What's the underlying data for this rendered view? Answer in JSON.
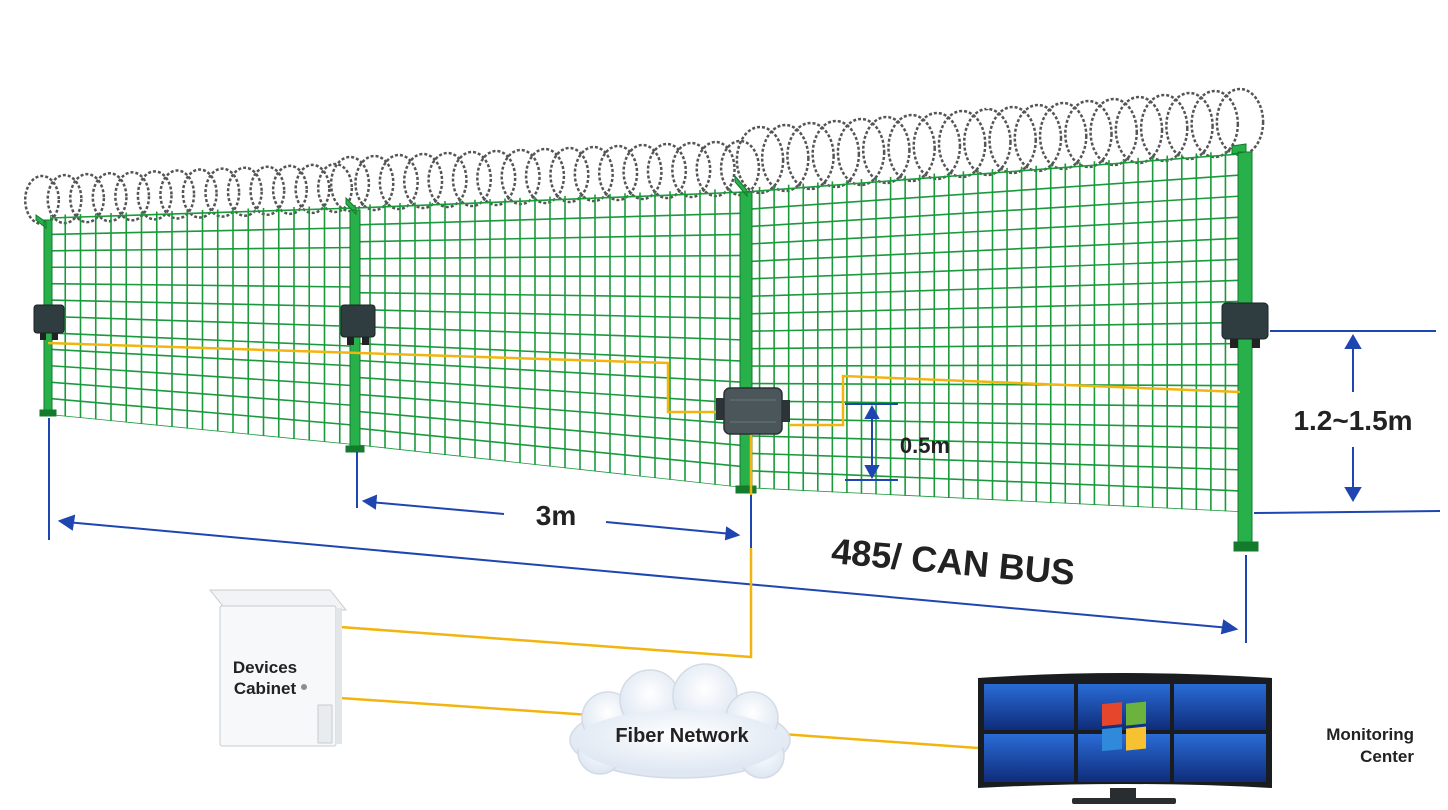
{
  "labels": {
    "span": "3m",
    "sensor_height": "0.5m",
    "fence_height": "1.2~1.5m",
    "bus": "485/ CAN BUS",
    "cabinet_line1": "Devices",
    "cabinet_line2": "Cabinet",
    "network": "Fiber Network",
    "monitoring_line1": "Monitoring",
    "monitoring_line2": "Center"
  },
  "colors": {
    "fence_green": "#1a9a3c",
    "post_green": "#28b04a",
    "cable_yellow": "#f2b50f",
    "dimension_blue": "#1f45b0",
    "razor_wire": "#555555",
    "screen_blue": "#1a3f9e"
  },
  "icons": {
    "sensor": "sensor-box-icon",
    "junction": "junction-box-icon",
    "cabinet": "cabinet-icon",
    "cloud": "cloud-icon",
    "monitor": "monitor-wall-icon"
  }
}
